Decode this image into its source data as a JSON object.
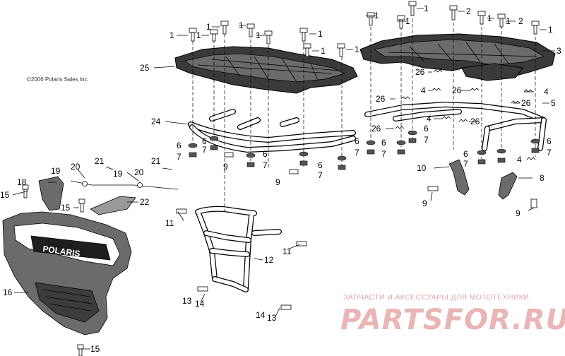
{
  "copyright": "©2006 Polaris Sales Inc.",
  "watermark": {
    "tagline": "ЗАПЧАСТИ И АКСЕССУАРЫ ДЛЯ МОТОТЕХНИКИ",
    "brand": "PARTSFOR.RU"
  },
  "bumper_logo": "POLARIS",
  "callouts": {
    "c1": "1",
    "c2": "2",
    "c3": "3",
    "c4": "4",
    "c5": "5",
    "c6": "6",
    "c7": "7",
    "c8": "8",
    "c9": "9",
    "c10": "10",
    "c11": "11",
    "c12": "12",
    "c13": "13",
    "c14": "14",
    "c15": "15",
    "c16": "16",
    "c18": "18",
    "c19": "19",
    "c20": "20",
    "c21": "21",
    "c22": "22",
    "c24": "24",
    "c25": "25",
    "c26": "26"
  }
}
